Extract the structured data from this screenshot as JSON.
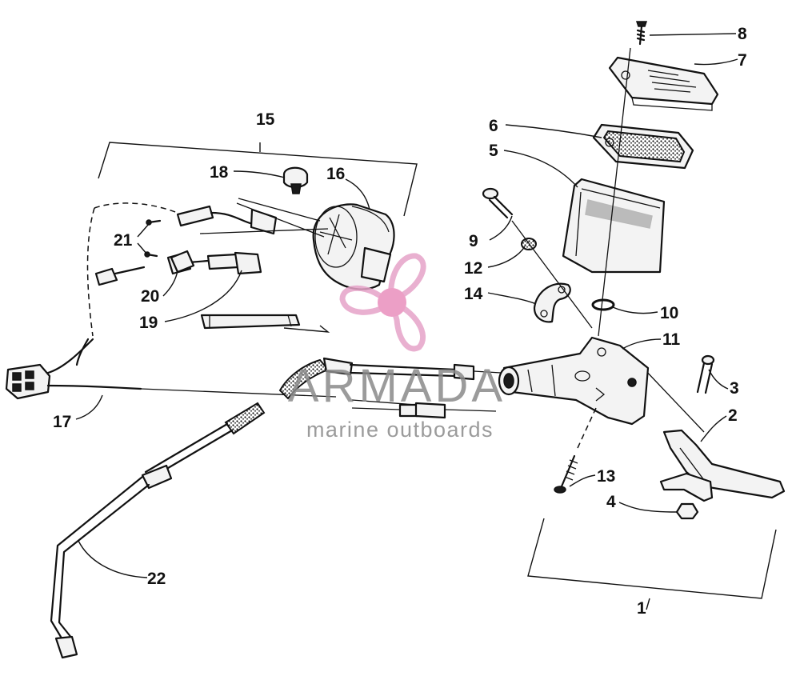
{
  "diagram": {
    "callouts": [
      "1",
      "2",
      "3",
      "4",
      "5",
      "6",
      "7",
      "8",
      "9",
      "10",
      "11",
      "12",
      "13",
      "14",
      "15",
      "16",
      "17",
      "18",
      "19",
      "20",
      "21",
      "22"
    ]
  },
  "watermark": {
    "brand": "ARMADA",
    "tagline": "marine outboards",
    "logo_icon": "propeller-logo-icon",
    "colors": {
      "logo": "#e6a3c8",
      "logo_hub": "#e98fbd",
      "text": "#8a8a8a"
    }
  }
}
